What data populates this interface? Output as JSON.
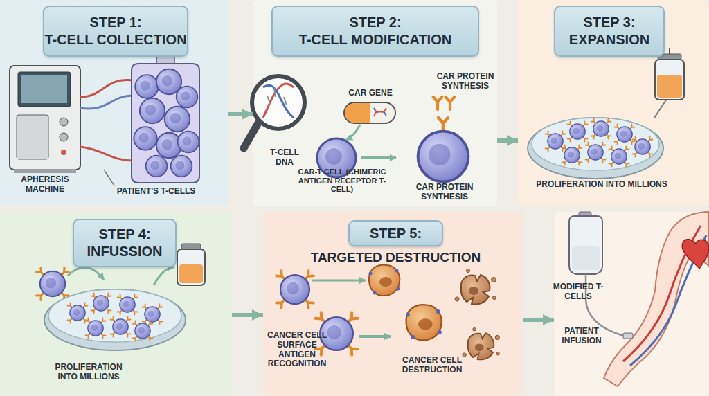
{
  "diagram": {
    "nodes": [
      {
        "text": [
          "APHERESIS MACHINE",
          "PATIENT'S T-CELLS"
        ]
      },
      {
        "text": [
          "STEP 1:",
          "T-CELL COLLECTION"
        ],
        "in": 0
      },
      {
        "text": [
          "CAR GENE",
          "CAR PROTEIN SYNTHESIS",
          "T-CELL DNA",
          "CAR-T CELL (CHIMERIC ANTIGEN RECEPTOR T-CELL)",
          "CAR PROTEIN SYNTHESIS"
        ]
      },
      {
        "text": [
          "STEP 2:",
          "T-CELL MODIFICATION"
        ],
        "in": 2
      },
      {
        "text": [
          "PROLIFERATION INTO MILLIONS"
        ]
      },
      {
        "text": [
          "STEP 3:",
          "EXPANSION"
        ],
        "in": 4
      },
      {
        "text": [
          "PROLIFERATION INTO MILLIONS"
        ]
      },
      {
        "text": [
          "STEP 4:",
          "INFUSSION"
        ],
        "in": 6
      },
      {
        "text": [
          "CANCER CELL SURFACE ANTIGEN RECOGNITION",
          "CANCER CELL DESTRUCTION"
        ]
      },
      {
        "text": [
          "STEP 5:",
          "TARGETED DESTRUCTION"
        ],
        "in": 8
      },
      {
        "text": [
          "MODIFIED T-CELLS",
          "PATIENT INFUSION"
        ]
      }
    ],
    "edges": [
      {
        "from": 0,
        "to": 2,
        "arrow": "to"
      },
      {
        "from": 2,
        "to": 4,
        "arrow": "to"
      },
      {
        "from": 6,
        "to": 8,
        "arrow": "to"
      },
      {
        "from": 8,
        "to": 10,
        "arrow": "to"
      }
    ]
  }
}
